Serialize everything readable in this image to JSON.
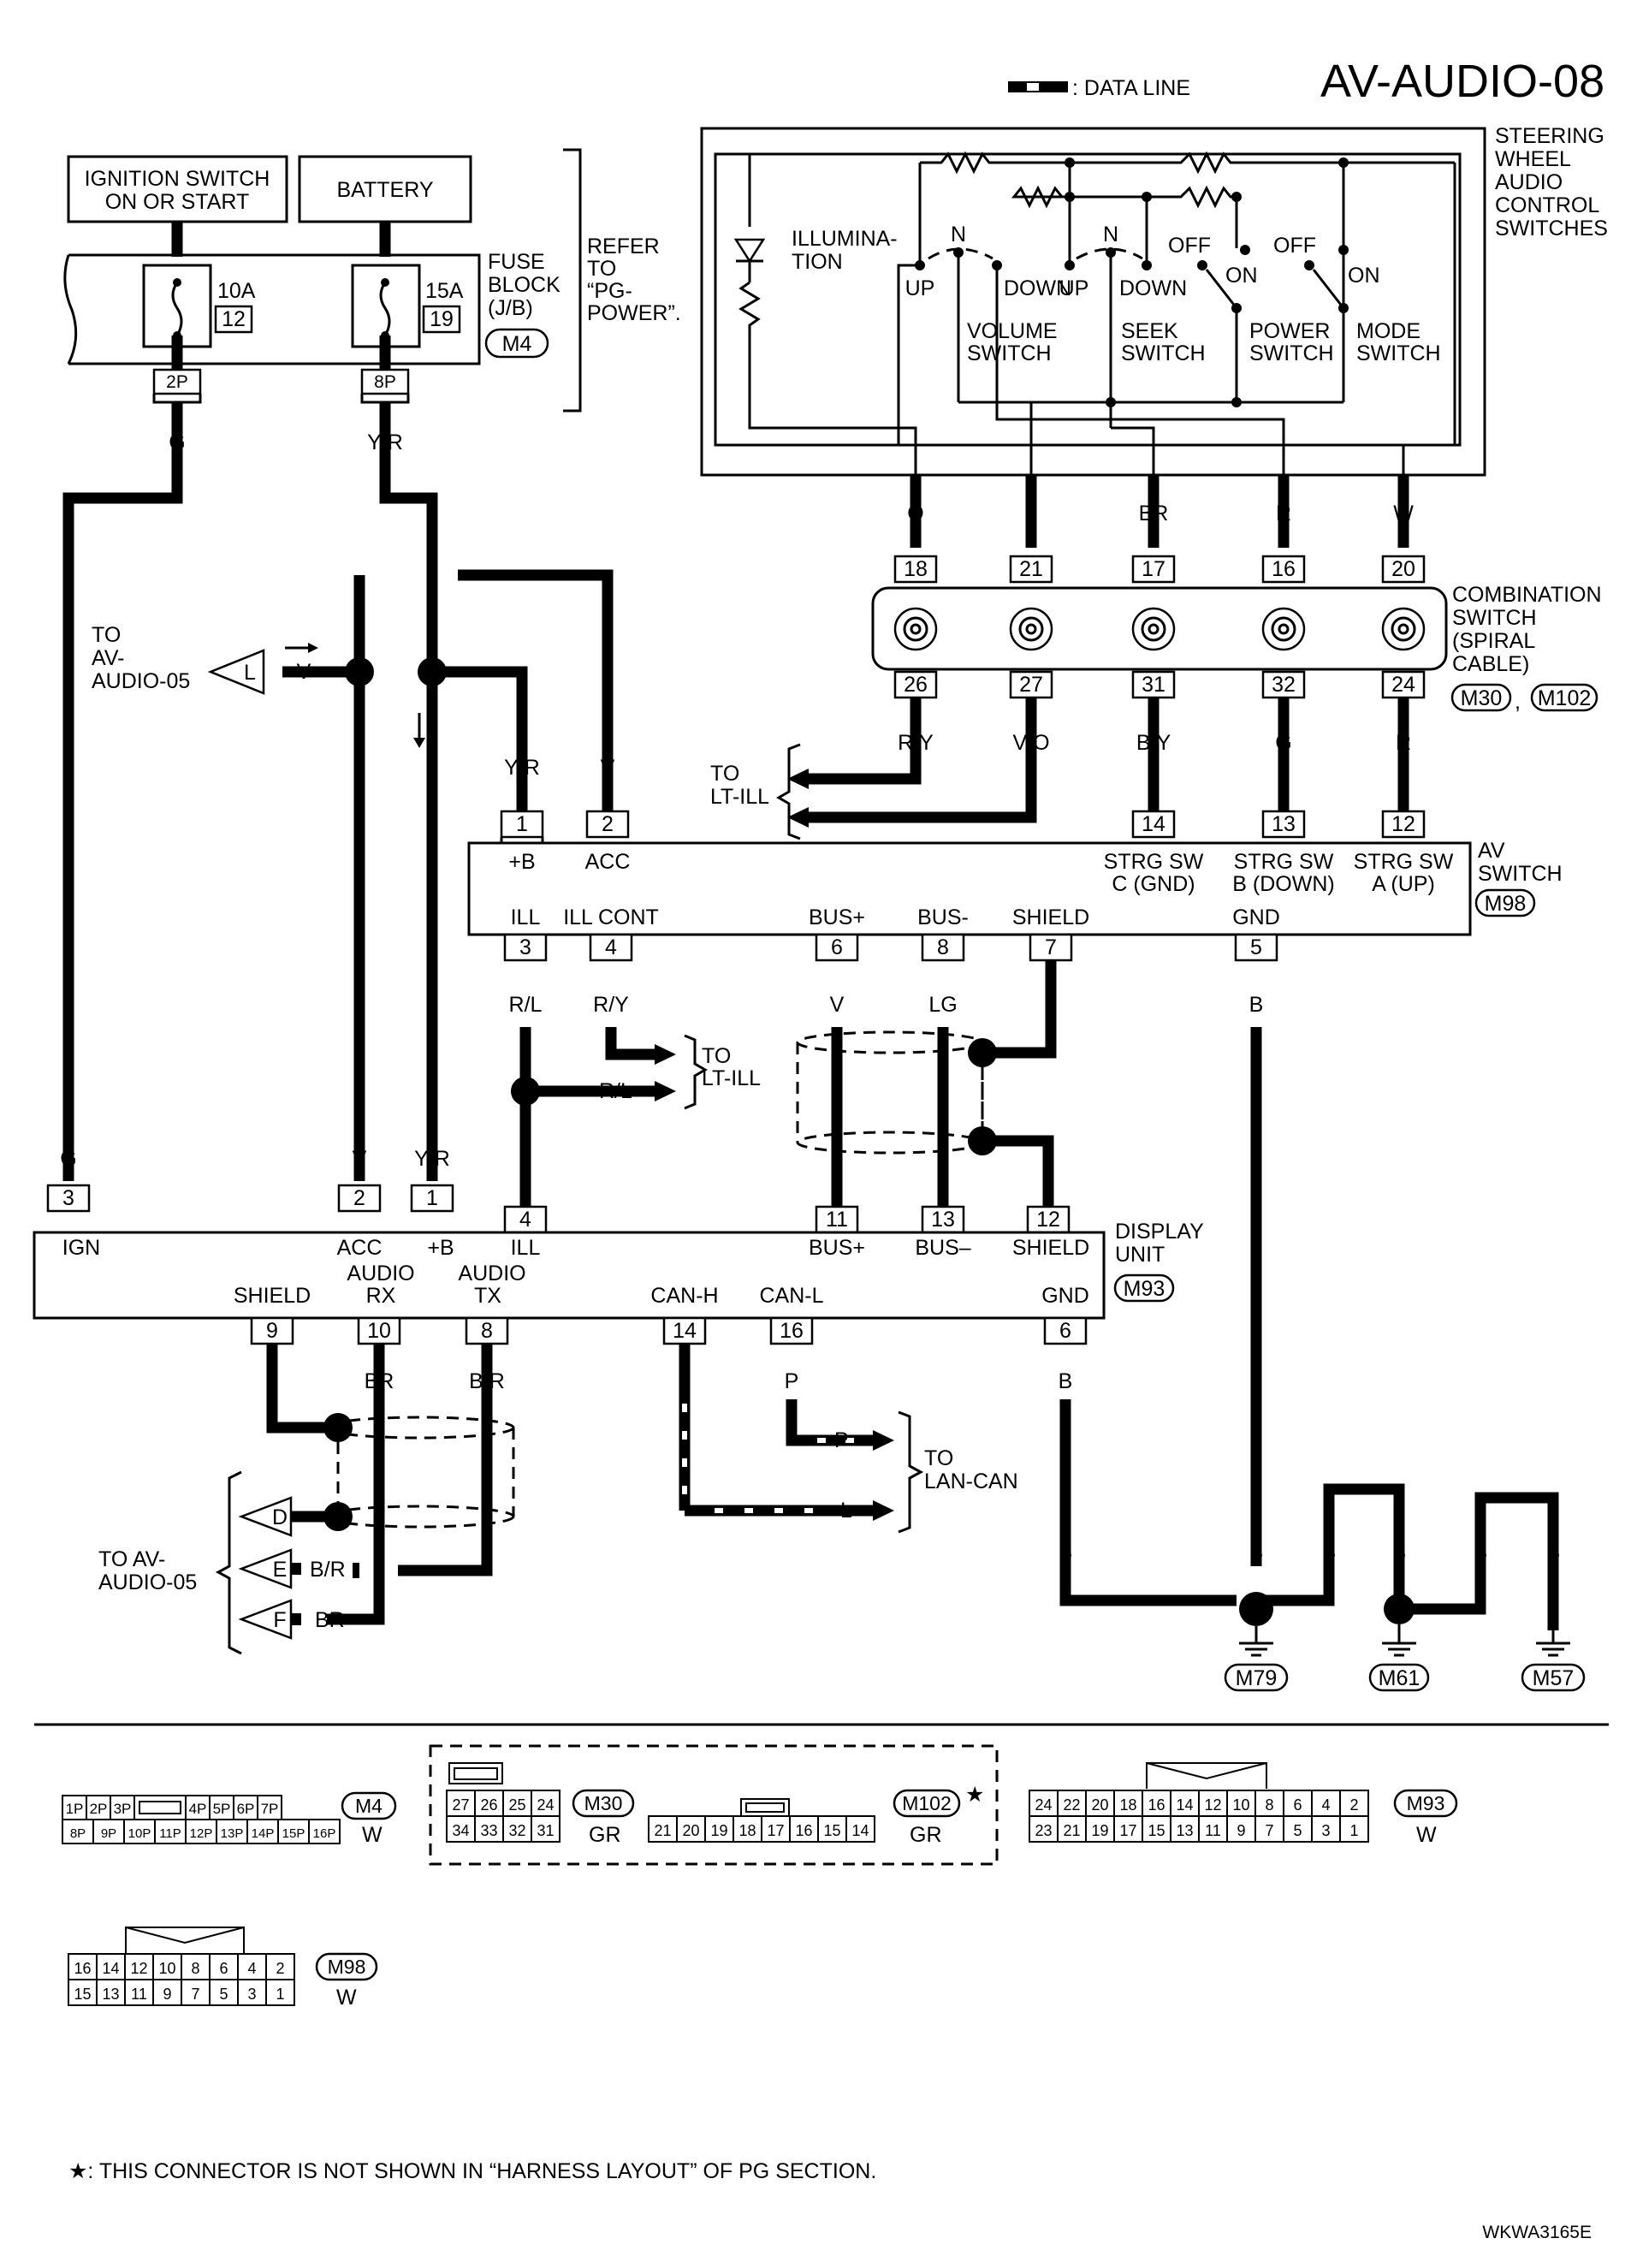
{
  "title": "AV-AUDIO-08",
  "legend": {
    "data_line": ": DATA LINE"
  },
  "figure_code": "WKWA3165E",
  "footnote": "★: THIS CONNECTOR IS NOT SHOWN IN “HARNESS LAYOUT” OF PG SECTION.",
  "power": {
    "ignition": [
      "IGNITION SWITCH",
      "ON OR START"
    ],
    "battery": "BATTERY",
    "fuse_block": [
      "FUSE",
      "BLOCK",
      "(J/B)"
    ],
    "fuse_block_conn": "M4",
    "refer": [
      "REFER",
      "TO",
      "“PG-",
      "POWER”."
    ],
    "fuse1": {
      "rating": "10A",
      "num": "12",
      "pin": "2P",
      "wire": "G"
    },
    "fuse2": {
      "rating": "15A",
      "num": "19",
      "pin": "8P",
      "wire": "Y/R"
    }
  },
  "steering": {
    "label": [
      "STEERING",
      "WHEEL",
      "AUDIO",
      "CONTROL",
      "SWITCHES"
    ],
    "illumination": [
      "ILLUMINA-",
      "TION"
    ],
    "volume_switch": [
      "VOLUME",
      "SWITCH"
    ],
    "seek_switch": [
      "SEEK",
      "SWITCH"
    ],
    "power_switch": [
      "POWER",
      "SWITCH"
    ],
    "mode_switch": [
      "MODE",
      "SWITCH"
    ],
    "pos_n": "N",
    "pos_up": "UP",
    "pos_down": "DOWN",
    "pos_off": "OFF",
    "pos_on": "ON",
    "wires": [
      "O",
      "L",
      "BR",
      "R",
      "W"
    ]
  },
  "combination_switch": {
    "label": [
      "COMBINATION",
      "SWITCH",
      "(SPIRAL",
      "CABLE)"
    ],
    "conn1": "M30",
    "conn2": "M102",
    "sep": ",",
    "top_pins": [
      "18",
      "21",
      "17",
      "16",
      "20"
    ],
    "bottom_pins": [
      "26",
      "27",
      "31",
      "32",
      "24"
    ],
    "bottom_wires": [
      "R/Y",
      "V/O",
      "B/Y",
      "G",
      "R"
    ]
  },
  "to_lt_ill": [
    "TO",
    "LT-ILL"
  ],
  "to_av_audio_05": [
    "TO",
    "AV-",
    "AUDIO-05"
  ],
  "av_wire_v": "V",
  "av_switch": {
    "label": [
      "AV",
      "SWITCH"
    ],
    "conn": "M98",
    "top_pins": [
      {
        "pin": "1",
        "wire": "Y/R",
        "name": "+B"
      },
      {
        "pin": "2",
        "wire": "V",
        "name": "ACC"
      },
      {
        "pin": "14",
        "wire": "",
        "name": "STRG SW C (GND)"
      },
      {
        "pin": "13",
        "wire": "",
        "name": "STRG SW B (DOWN)"
      },
      {
        "pin": "12",
        "wire": "",
        "name": "STRG SW A (UP)"
      }
    ],
    "strg_a": [
      "STRG SW",
      "A (UP)"
    ],
    "strg_b": [
      "STRG SW",
      "B (DOWN)"
    ],
    "strg_c": [
      "STRG SW",
      "C (GND)"
    ],
    "bottom_pins": [
      {
        "pin": "3",
        "name": "ILL",
        "wire": "R/L"
      },
      {
        "pin": "4",
        "name": "ILL CONT",
        "wire": "R/Y"
      },
      {
        "pin": "6",
        "name": "BUS+",
        "wire": "V"
      },
      {
        "pin": "8",
        "name": "BUS-",
        "wire": "LG"
      },
      {
        "pin": "7",
        "name": "SHIELD",
        "wire": ""
      },
      {
        "pin": "5",
        "name": "GND",
        "wire": "B"
      }
    ]
  },
  "ill_splice_wire": "R/L",
  "display_unit": {
    "label": [
      "DISPLAY",
      "UNIT"
    ],
    "conn": "M93",
    "top_pins": [
      {
        "pin": "3",
        "name": "IGN",
        "wire": "G"
      },
      {
        "pin": "2",
        "name": "ACC",
        "wire": "V"
      },
      {
        "pin": "1",
        "name": "+B",
        "wire": "Y/R"
      },
      {
        "pin": "4",
        "name": "ILL",
        "wire": ""
      },
      {
        "pin": "11",
        "name": "BUS+",
        "wire": ""
      },
      {
        "pin": "13",
        "name": "BUS–",
        "wire": ""
      },
      {
        "pin": "12",
        "name": "SHIELD",
        "wire": ""
      }
    ],
    "bottom_pins": [
      {
        "pin": "9",
        "name": "SHIELD",
        "wire": ""
      },
      {
        "pin": "10",
        "name": "AUDIO RX",
        "wire": "BR"
      },
      {
        "pin": "8",
        "name": "AUDIO TX",
        "wire": "B/R"
      },
      {
        "pin": "14",
        "name": "CAN-H",
        "wire": "L"
      },
      {
        "pin": "16",
        "name": "CAN-L",
        "wire": "P"
      },
      {
        "pin": "6",
        "name": "GND",
        "wire": "B"
      }
    ],
    "audio": "AUDIO",
    "rx": "RX",
    "tx": "TX"
  },
  "to_lan_can": [
    "TO",
    "LAN-CAN"
  ],
  "can_wires": {
    "p": "P",
    "l": "L"
  },
  "to_av_audio_05_b": [
    "TO AV-",
    "AUDIO-05"
  ],
  "av05_conns": [
    {
      "letter": "D",
      "wire": ""
    },
    {
      "letter": "E",
      "wire": "B/R"
    },
    {
      "letter": "F",
      "wire": "BR"
    }
  ],
  "grounds": {
    "wire": "B",
    "labels": [
      "M79",
      "M61",
      "M57"
    ]
  },
  "connector_views": {
    "m4": {
      "id": "M4",
      "color": "W",
      "row1": [
        "1P",
        "2P",
        "3P",
        "",
        "4P",
        "5P",
        "6P",
        "7P"
      ],
      "row2": [
        "8P",
        "9P",
        "10P",
        "11P",
        "12P",
        "13P",
        "14P",
        "15P",
        "16P"
      ]
    },
    "m30": {
      "id": "M30",
      "color": "GR",
      "row1": [
        "27",
        "26",
        "25",
        "24"
      ],
      "row2": [
        "34",
        "33",
        "32",
        "31"
      ]
    },
    "m102": {
      "id": "M102",
      "color": "GR",
      "star": "★",
      "row": [
        "21",
        "20",
        "19",
        "18",
        "17",
        "16",
        "15",
        "14"
      ]
    },
    "m93": {
      "id": "M93",
      "color": "W",
      "row1": [
        "24",
        "22",
        "20",
        "18",
        "16",
        "14",
        "12",
        "10",
        "8",
        "6",
        "4",
        "2"
      ],
      "row2": [
        "23",
        "21",
        "19",
        "17",
        "15",
        "13",
        "11",
        "9",
        "7",
        "5",
        "3",
        "1"
      ]
    },
    "m98": {
      "id": "M98",
      "color": "W",
      "row1": [
        "16",
        "14",
        "12",
        "10",
        "8",
        "6",
        "4",
        "2"
      ],
      "row2": [
        "15",
        "13",
        "11",
        "9",
        "7",
        "5",
        "3",
        "1"
      ]
    }
  }
}
